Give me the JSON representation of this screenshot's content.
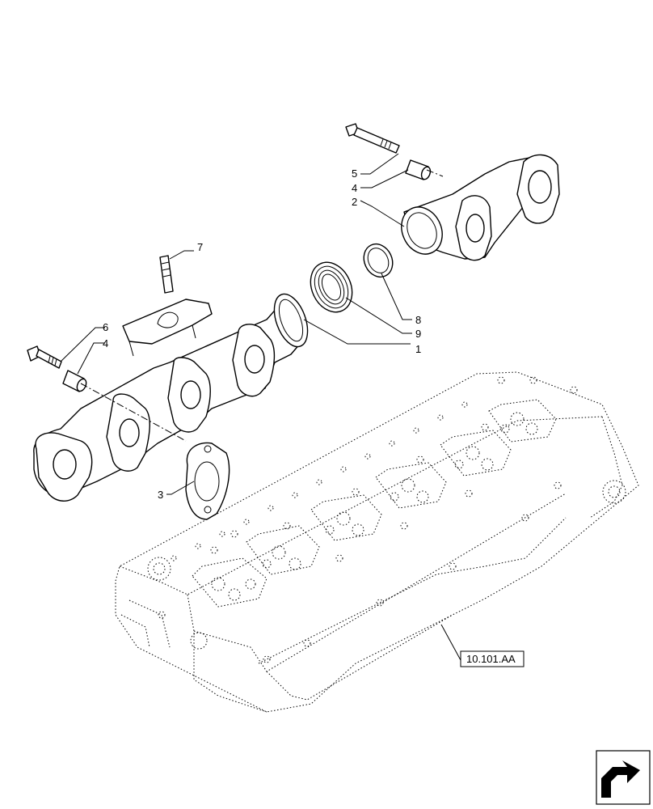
{
  "callouts": {
    "c1": "1",
    "c2": "2",
    "c3": "3",
    "c4a": "4",
    "c4b": "4",
    "c5": "5",
    "c6": "6",
    "c7": "7",
    "c8": "8",
    "c9": "9"
  },
  "reference": {
    "label": "10.101.AA"
  },
  "icons": {
    "nav": "next-page-arrow-icon"
  }
}
